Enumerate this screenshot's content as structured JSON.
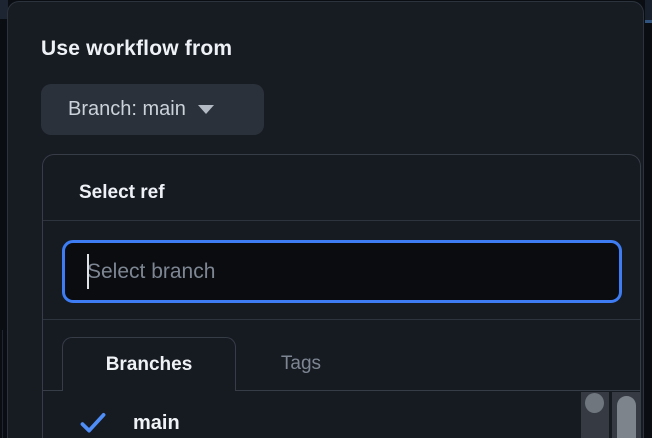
{
  "workflow_dialog": {
    "title": "Use workflow from",
    "branch_button": {
      "label": "Branch: main"
    },
    "ref_selector": {
      "title": "Select ref",
      "search_placeholder": "Select branch",
      "tabs": [
        {
          "label": "Branches",
          "active": true
        },
        {
          "label": "Tags",
          "active": false
        }
      ],
      "items": [
        {
          "name": "main",
          "selected": true
        }
      ]
    }
  },
  "colors": {
    "accent_blue": "#3d7cf3",
    "check_blue": "#4f8ef7"
  }
}
